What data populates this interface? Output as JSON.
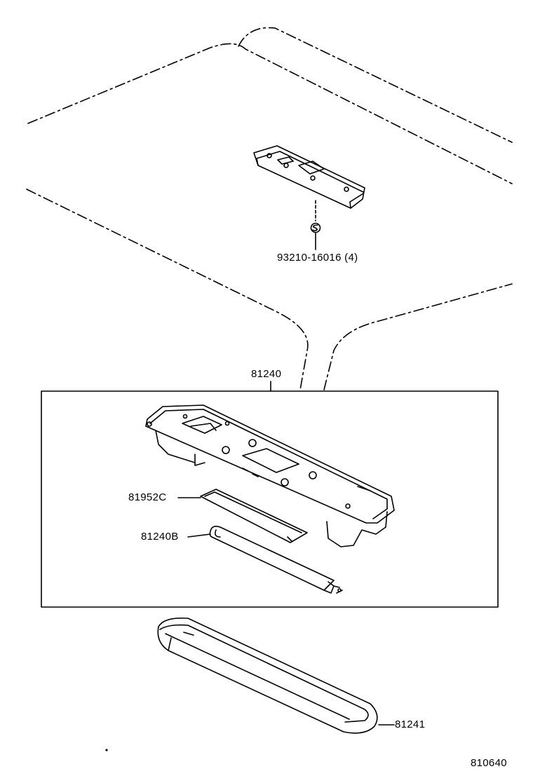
{
  "labels": {
    "bolt_note": "93210-16016 (4)",
    "assembly": "81240",
    "lens_plate": "81952C",
    "bulb": "81240B",
    "cover": "81241",
    "figure_code": "810640"
  }
}
